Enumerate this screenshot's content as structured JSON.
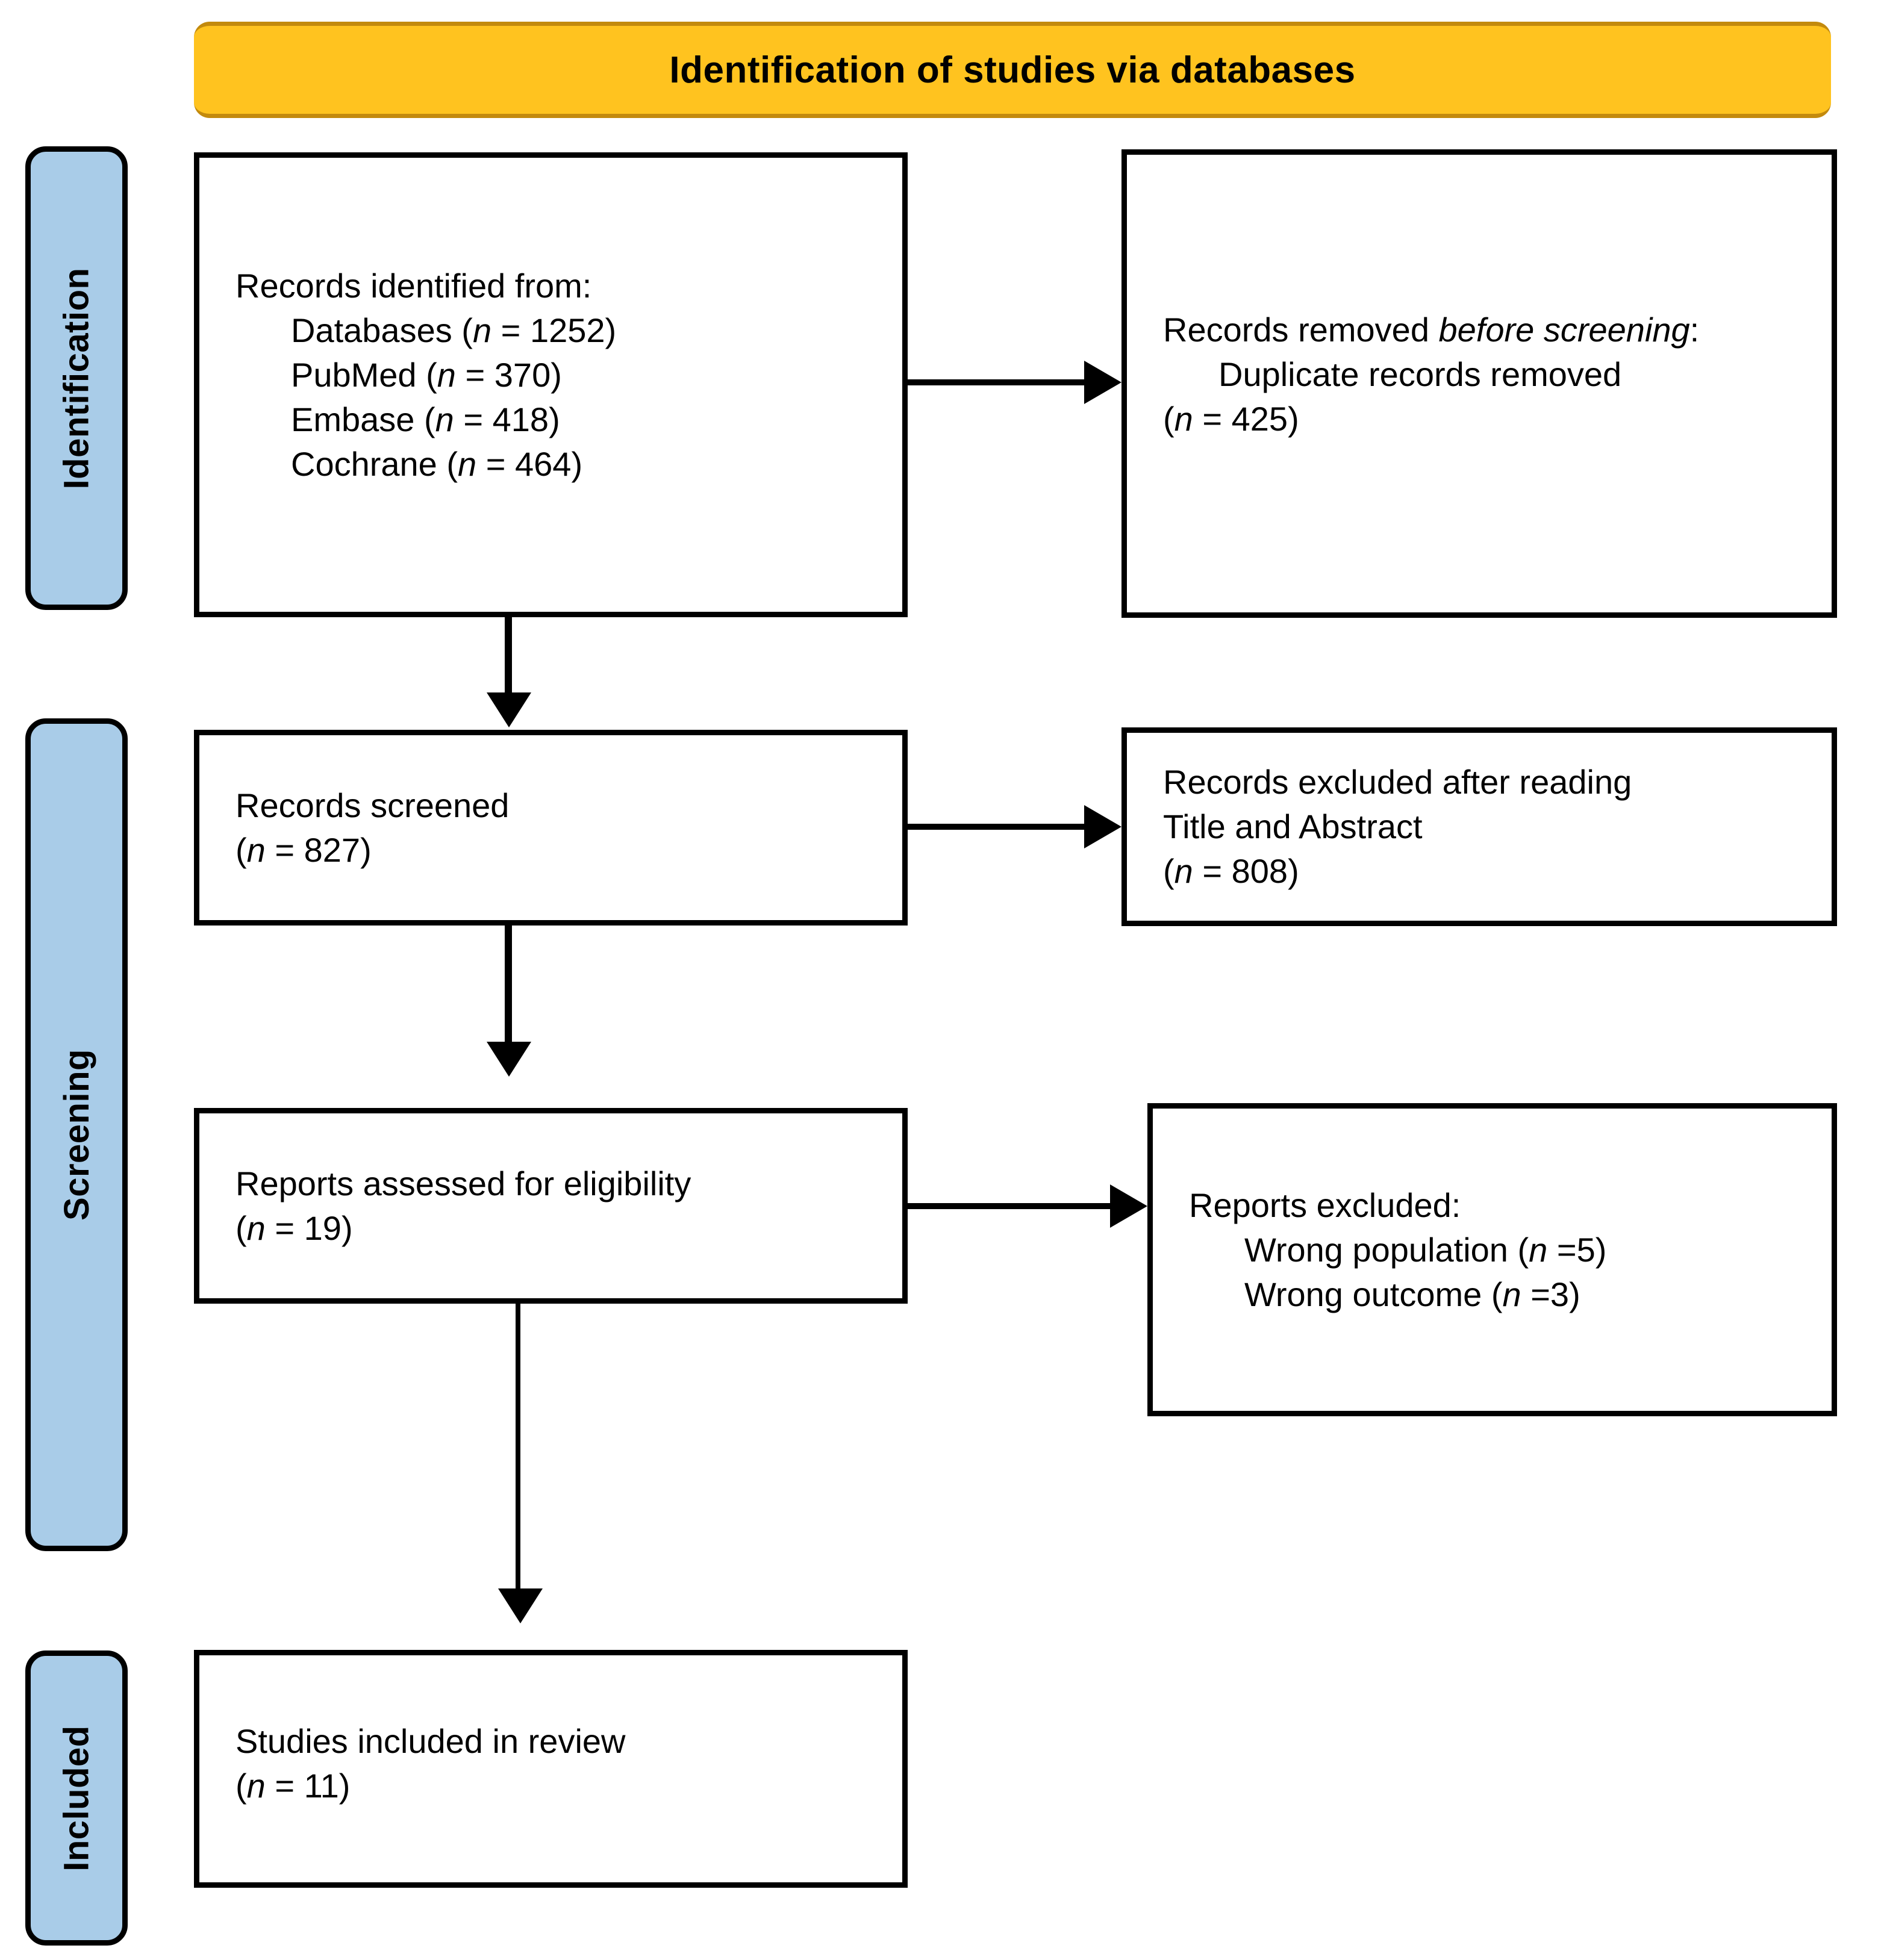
{
  "header": {
    "title": "Identification of studies via databases",
    "background_color": "#FFC31F",
    "edge_color": "#C38A0D"
  },
  "stages": {
    "accent_color": "#A9CCE8",
    "identification": "Identification",
    "screening": "Screening",
    "included": "Included"
  },
  "boxes": {
    "identified": {
      "line1": "Records identified from:",
      "line2_label": "Databases",
      "line2_n": "1252",
      "line3_label": "PubMed",
      "line3_n": "370",
      "line4_label": "Embase",
      "line4_n": "418",
      "line5_label": "Cochrane",
      "line5_n": "464"
    },
    "removed_before_screening": {
      "lead_plain": "Records removed ",
      "lead_italic": "before screening",
      "lead_colon": ":",
      "item": "Duplicate records removed",
      "item_n": "425"
    },
    "records_screened": {
      "line1": "Records screened",
      "n": "827"
    },
    "records_excluded": {
      "line1": "Records excluded after reading",
      "line2": "Title and Abstract",
      "n": "808"
    },
    "reports_assessed": {
      "line1": "Reports assessed for eligibility",
      "n": "19"
    },
    "reports_excluded": {
      "line1": "Reports excluded:",
      "item1_label": "Wrong population",
      "item1_n": "5",
      "item2_label": "Wrong outcome",
      "item2_n": "3"
    },
    "studies_included": {
      "line1": "Studies included in review",
      "n": "11"
    }
  },
  "symbols": {
    "n_italic": "n",
    "equals": "=",
    "open_paren": "(",
    "close_paren": ")"
  }
}
